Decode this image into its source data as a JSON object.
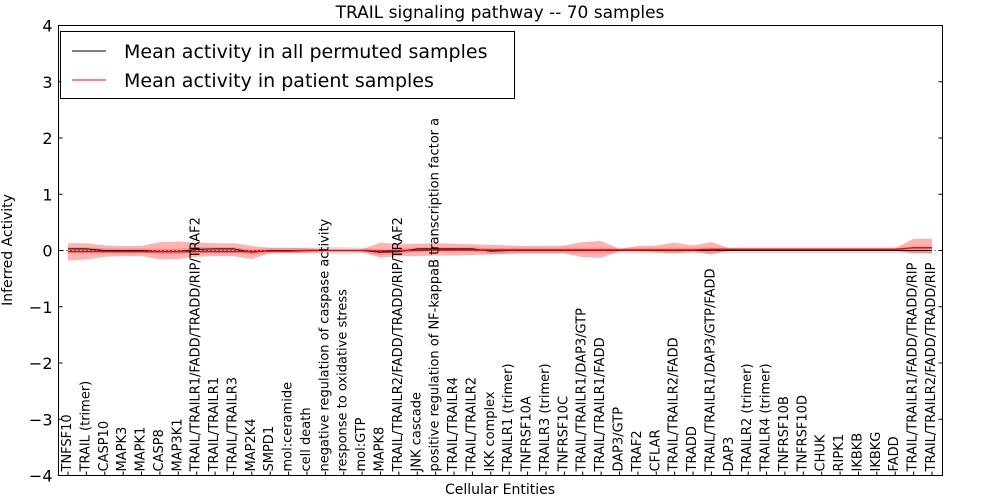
{
  "chart_data": {
    "type": "line",
    "title": "TRAIL signaling pathway -- 70 samples",
    "xlabel": "Cellular Entities",
    "ylabel": "Inferred Activity",
    "ylim": [
      -4,
      4
    ],
    "yticks": [
      "−4",
      "−3",
      "−2",
      "−1",
      "0",
      "1",
      "2",
      "3",
      "4"
    ],
    "ytick_values": [
      -4,
      -3,
      -2,
      -1,
      0,
      1,
      2,
      3,
      4
    ],
    "grid": false,
    "legend_position": "top-left",
    "categories": [
      "TNFSF10",
      "TRAIL (trimer)",
      "CASP10",
      "MAPK3",
      "MAPK1",
      "CASP8",
      "MAP3K1",
      "TRAIL/TRAILR1/FADD/TRADD/RIP/TRAF2",
      "TRAIL/TRAILR1",
      "TRAIL/TRAILR3",
      "MAP2K4",
      "SMPD1",
      "mol:ceramide",
      "cell death",
      "negative regulation of caspase activity",
      "response to oxidative stress",
      "mol:GTP",
      "MAPK8",
      "TRAIL/TRAILR2/FADD/TRADD/RIP/TRAF2",
      "JNK cascade",
      "positive regulation of NF-kappaB transcription factor a",
      "TRAIL/TRAILR4",
      "TRAIL/TRAILR2",
      "IKK complex",
      "TRAILR1 (trimer)",
      "TNFRSF10A",
      "TRAILR3 (trimer)",
      "TNFRSF10C",
      "TRAIL/TRAILR1/DAP3/GTP",
      "TRAIL/TRAILR1/FADD",
      "DAP3/GTP",
      "TRAF2",
      "CFLAR",
      "TRAIL/TRAILR2/FADD",
      "TRADD",
      "TRAIL/TRAILR1/DAP3/GTP/FADD",
      "DAP3",
      "TRAILR2 (trimer)",
      "TRAILR4 (trimer)",
      "TNFRSF10B",
      "TNFRSF10D",
      "CHUK",
      "RIPK1",
      "IKBKB",
      "IKBKG",
      "FADD",
      "TRAIL/TRAILR1/FADD/TRADD/RIP",
      "TRAIL/TRAILR2/FADD/TRADD/RIP"
    ],
    "series": [
      {
        "name": "Mean activity in all permuted samples",
        "color": "#000000",
        "values": [
          0.03,
          0.03,
          0.0,
          0.0,
          0.0,
          -0.02,
          -0.02,
          0.02,
          0.03,
          0.03,
          -0.03,
          0.0,
          0.0,
          0.0,
          0.0,
          0.0,
          0.0,
          -0.03,
          -0.02,
          0.03,
          0.03,
          0.03,
          0.03,
          -0.01,
          0.0,
          0.0,
          0.0,
          0.0,
          0.0,
          0.0,
          0.0,
          0.0,
          0.0,
          0.0,
          0.0,
          0.0,
          0.0,
          0.0,
          0.0,
          0.0,
          0.0,
          0.0,
          0.0,
          0.0,
          0.0,
          0.0,
          0.0,
          0.0
        ],
        "band_upper": [
          0.06,
          0.06,
          0.04,
          0.04,
          0.04,
          0.03,
          0.03,
          0.06,
          0.06,
          0.06,
          0.02,
          0.04,
          0.04,
          0.05,
          0.06,
          0.06,
          0.05,
          0.02,
          0.03,
          0.06,
          0.06,
          0.06,
          0.06,
          0.04,
          0.05,
          0.05,
          0.05,
          0.05,
          0.05,
          0.05,
          0.05,
          0.05,
          0.05,
          0.05,
          0.05,
          0.05,
          0.05,
          0.05,
          0.05,
          0.05,
          0.05,
          0.05,
          0.05,
          0.05,
          0.05,
          0.05,
          0.05,
          0.05
        ],
        "band_lower": [
          0.0,
          0.0,
          -0.04,
          -0.04,
          -0.04,
          -0.07,
          -0.07,
          -0.02,
          0.0,
          0.0,
          -0.08,
          -0.04,
          -0.04,
          -0.05,
          -0.06,
          -0.06,
          -0.05,
          -0.08,
          -0.07,
          0.0,
          0.0,
          0.0,
          0.0,
          -0.06,
          -0.05,
          -0.05,
          -0.05,
          -0.05,
          -0.05,
          -0.05,
          -0.05,
          -0.05,
          -0.05,
          -0.05,
          -0.05,
          -0.05,
          -0.05,
          -0.05,
          -0.05,
          -0.05,
          -0.05,
          -0.05,
          -0.05,
          -0.05,
          -0.05,
          -0.05,
          -0.05,
          -0.05
        ]
      },
      {
        "name": "Mean activity in patient samples",
        "color": "#ff0000",
        "values": [
          -0.02,
          -0.02,
          -0.02,
          -0.02,
          -0.02,
          -0.02,
          -0.02,
          -0.02,
          -0.02,
          -0.02,
          -0.02,
          -0.01,
          -0.01,
          0.0,
          0.0,
          0.0,
          0.0,
          -0.01,
          0.0,
          0.0,
          0.01,
          0.01,
          0.01,
          0.01,
          0.01,
          0.01,
          0.01,
          0.01,
          0.01,
          0.01,
          0.01,
          0.01,
          0.01,
          0.01,
          0.01,
          0.02,
          0.02,
          0.02,
          0.02,
          0.02,
          0.02,
          0.02,
          0.02,
          0.02,
          0.02,
          0.02,
          0.05,
          0.05
        ],
        "band_upper": [
          0.13,
          0.13,
          0.09,
          0.08,
          0.08,
          0.15,
          0.16,
          0.14,
          0.13,
          0.13,
          0.08,
          0.05,
          0.05,
          0.04,
          0.02,
          0.01,
          0.02,
          0.14,
          0.11,
          0.12,
          0.13,
          0.12,
          0.11,
          0.1,
          0.09,
          0.08,
          0.08,
          0.09,
          0.15,
          0.17,
          0.03,
          0.08,
          0.09,
          0.14,
          0.09,
          0.15,
          0.04,
          0.04,
          0.04,
          0.04,
          0.04,
          0.04,
          0.04,
          0.04,
          0.04,
          0.04,
          0.21,
          0.21
        ],
        "band_lower": [
          -0.18,
          -0.16,
          -0.11,
          -0.1,
          -0.1,
          -0.16,
          -0.15,
          -0.11,
          -0.1,
          -0.1,
          -0.15,
          -0.05,
          -0.05,
          -0.04,
          -0.02,
          -0.01,
          -0.02,
          -0.13,
          -0.1,
          -0.1,
          -0.09,
          -0.09,
          -0.08,
          -0.07,
          -0.06,
          -0.05,
          -0.05,
          -0.05,
          -0.12,
          -0.13,
          -0.01,
          -0.01,
          -0.03,
          -0.05,
          -0.02,
          -0.07,
          0.0,
          0.0,
          0.0,
          0.0,
          0.0,
          0.0,
          0.0,
          0.0,
          0.0,
          0.0,
          -0.05,
          -0.05
        ]
      }
    ],
    "zero_line_style": "dotted"
  }
}
